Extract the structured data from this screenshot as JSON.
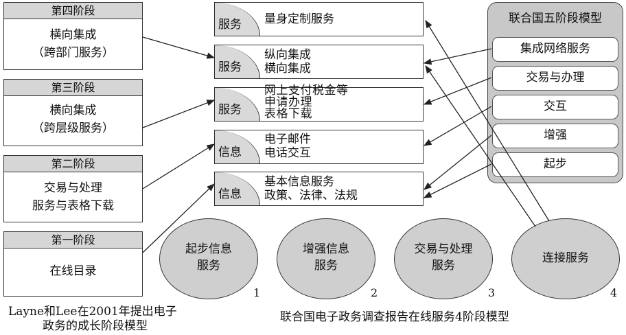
{
  "stages": [
    {
      "title": "第四阶段",
      "line1": "横向集成",
      "line2": "（跨部门服务）"
    },
    {
      "title": "第三阶段",
      "line1": "横向集成",
      "line2": "（跨层级服务）"
    },
    {
      "title": "第二阶段",
      "line1": "交易与处理",
      "line2": "服务与表格下载"
    },
    {
      "title": "第一阶段",
      "line1": "在线目录",
      "line2": ""
    }
  ],
  "services": [
    {
      "tag": "服务",
      "lines": [
        "量身定制服务"
      ]
    },
    {
      "tag": "服务",
      "lines": [
        "纵向集成",
        "横向集成"
      ]
    },
    {
      "tag": "服务",
      "lines": [
        "网上支付税金等",
        "申请办理",
        "表格下载"
      ]
    },
    {
      "tag": "信息",
      "lines": [
        "电子邮件",
        "电话交互"
      ]
    },
    {
      "tag": "信息",
      "lines": [
        "基本信息服务",
        "政策、法律、法规"
      ]
    }
  ],
  "un5": {
    "title": "联合国五阶段模型",
    "items": [
      "集成网络服务",
      "交易与办理",
      "交互",
      "增强",
      "起步"
    ]
  },
  "ellipses": [
    {
      "line1": "起步信息",
      "line2": "服务",
      "num": "1"
    },
    {
      "line1": "增强信息",
      "line2": "服务",
      "num": "2"
    },
    {
      "line1": "交易与处理",
      "line2": "服务",
      "num": "3"
    },
    {
      "line1": "连接服务",
      "line2": "",
      "num": "4"
    }
  ],
  "captions": {
    "left_line1": "Layne和Lee在2001年提出电子",
    "left_line2": "政务的成长阶段模型",
    "bottom": "联合国电子政务调查报告在线服务4阶段模型"
  }
}
